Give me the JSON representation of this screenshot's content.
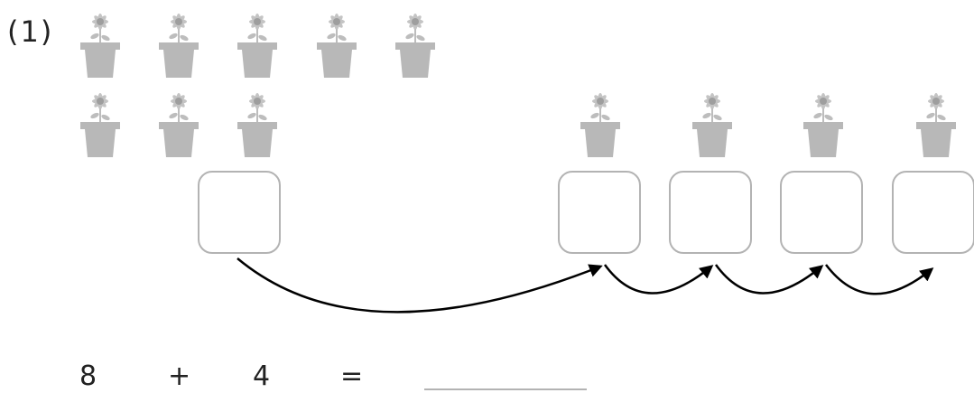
{
  "problem": {
    "number_label": "(1)"
  },
  "icons": {
    "flower": "potted-flower-icon",
    "box": "empty-answer-box"
  },
  "colors": {
    "flower": "#bdbdbd",
    "box_border": "#b3b3b3",
    "arrow": "#000000"
  },
  "equation": {
    "a": "8",
    "op": "+",
    "b": "4",
    "eq": "=",
    "answer": ""
  }
}
